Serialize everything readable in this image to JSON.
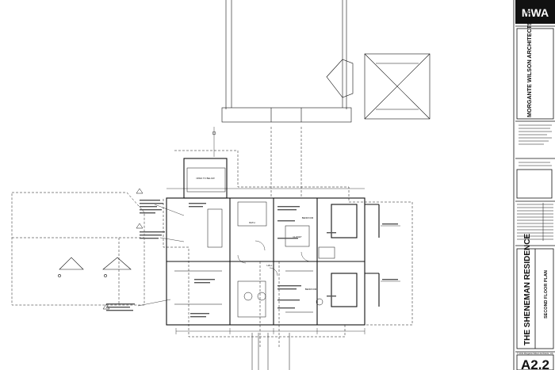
{
  "title_block": {
    "logo_text": "MWA",
    "firm_name": "MORGANTE WILSON ARCHITECTS, LTD.",
    "project_name": "THE SHENEMAN RESIDENCE",
    "sheet_title": "SECOND FLOOR PLAN",
    "sheet_number": "A2.2",
    "copyright": "© 2011 Morgante Wilson Architects, Ltd."
  },
  "plan": {
    "room_labels": [
      "OPEN TO BELOW",
      "BEDROOM",
      "BATH",
      "CLOSET",
      "HALL",
      "BEDROOM"
    ]
  },
  "colors": {
    "line": "#111111",
    "paper": "#ffffff"
  }
}
